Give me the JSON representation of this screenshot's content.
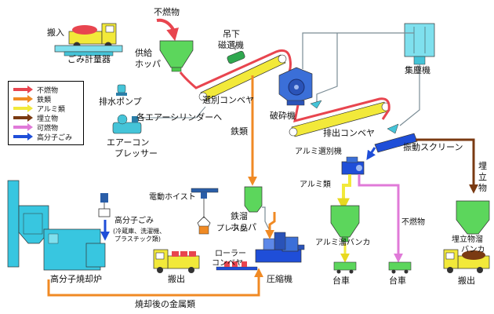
{
  "legend": {
    "items": [
      {
        "label": "不燃物",
        "color": "#e8454f"
      },
      {
        "label": "鉄類",
        "color": "#f08a24"
      },
      {
        "label": "アルミ類",
        "color": "#f2e93a"
      },
      {
        "label": "埋立物",
        "color": "#7a3a12"
      },
      {
        "label": "可燃物",
        "color": "#e07ad8"
      },
      {
        "label": "高分子ごみ",
        "color": "#1f4ed8"
      }
    ]
  },
  "labels": {
    "hannyu": "搬入",
    "gomi_keiryoki": "ごみ計量器",
    "funenbutsu_in": "不燃物",
    "kyokyu": "供給",
    "hopper": "ホッパ",
    "tsurishita": "吊下",
    "jisenki": "磁選機",
    "senbetsu_conveyor": "選別コンベヤ",
    "haisui_pump": "排水ポンプ",
    "air_cylinder": "各エアーシリンダーへ",
    "air_compressor_1": "エアーコン",
    "air_compressor_2": "プレッサー",
    "shujinki": "集塵機",
    "hasaiki": "破砕機",
    "haishutsu_conveyor": "排出コンベヤ",
    "tetsurui": "鉄類",
    "alumi_senbetsuki": "アルミ選別機",
    "shindo_screen": "振動スクリーン",
    "umetate_1": "埋",
    "umetate_2": "立",
    "umetate_3": "物",
    "alumirui": "アルミ類",
    "funenbutsu_side": "不燃物",
    "alumi_bunker": "アルミ溜バンカ",
    "umetate_bunker_1": "埋立物溜",
    "umetate_bunker_2": "バンカ",
    "denko_hoist": "電動ホイスト",
    "press_hin": "プレス品",
    "tetsu_hopper_1": "鉄溜",
    "tetsu_hopper_2": "ホッパ",
    "roller_1": "ローラー",
    "roller_2": "コンベヤ",
    "asshukuki": "圧縮機",
    "daisha_1": "台車",
    "daisha_2": "台車",
    "hanshutsu_left": "搬出",
    "hanshutsu_right": "搬出",
    "kobunshi_gomi": "高分子ごみ",
    "kobunshi_detail_1": "(冷蔵庫、洗濯機、",
    "kobunshi_detail_2": "プラスチック類)",
    "kobunshi_shokyakuro": "高分子焼却炉",
    "shokyaku_kinzoku": "焼却後の金属類"
  }
}
